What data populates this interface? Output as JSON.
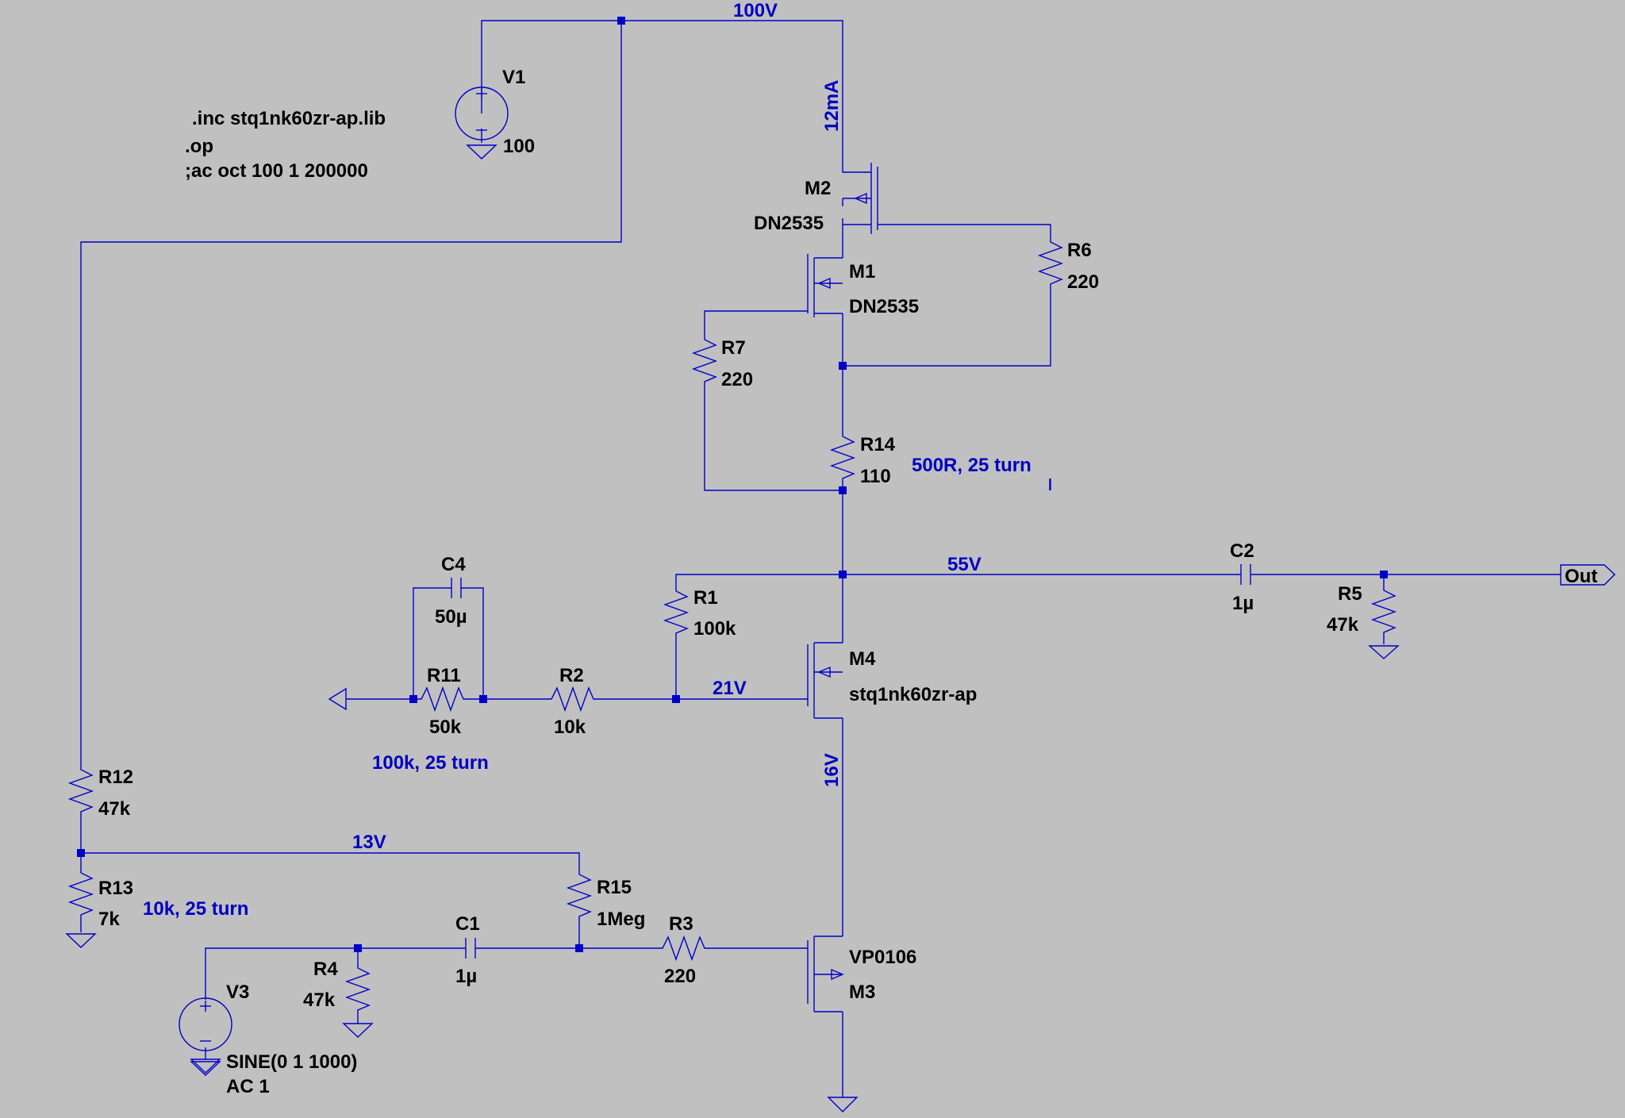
{
  "theme": {
    "background": "#c0c0c0",
    "wire": "#0000c8",
    "component_text": "#000000",
    "annotation_text": "#0000c0"
  },
  "directives": {
    "inc": ".inc stq1nk60zr-ap.lib",
    "op": ".op",
    "ac": ";ac oct 100 1 200000"
  },
  "components": {
    "V1": {
      "name": "V1",
      "value": "100"
    },
    "V3": {
      "name": "V3",
      "value": "SINE(0 1 1000)",
      "value2": "AC 1"
    },
    "M1": {
      "name": "M1",
      "model": "DN2535"
    },
    "M2": {
      "name": "M2",
      "model": "DN2535"
    },
    "M3": {
      "name": "M3",
      "model": "VP0106"
    },
    "M4": {
      "name": "M4",
      "model": "stq1nk60zr-ap"
    },
    "R1": {
      "name": "R1",
      "value": "100k"
    },
    "R2": {
      "name": "R2",
      "value": "10k"
    },
    "R3": {
      "name": "R3",
      "value": "220"
    },
    "R4": {
      "name": "R4",
      "value": "47k"
    },
    "R5": {
      "name": "R5",
      "value": "47k"
    },
    "R6": {
      "name": "R6",
      "value": "220"
    },
    "R7": {
      "name": "R7",
      "value": "220"
    },
    "R11": {
      "name": "R11",
      "value": "50k"
    },
    "R12": {
      "name": "R12",
      "value": "47k"
    },
    "R13": {
      "name": "R13",
      "value": "7k"
    },
    "R14": {
      "name": "R14",
      "value": "110"
    },
    "R15": {
      "name": "R15",
      "value": "1Meg"
    },
    "C1": {
      "name": "C1",
      "value": "1µ"
    },
    "C2": {
      "name": "C2",
      "value": "1µ"
    },
    "C4": {
      "name": "C4",
      "value": "50µ"
    }
  },
  "annotations": {
    "v100": "100V",
    "i12mA": "12mA",
    "v55": "55V",
    "v21": "21V",
    "v16": "16V",
    "v13": "13V",
    "r14_note": "500R, 25 turn",
    "r11_note": "100k, 25 turn",
    "r13_note": "10k, 25 turn"
  },
  "ports": {
    "out": "Out"
  }
}
